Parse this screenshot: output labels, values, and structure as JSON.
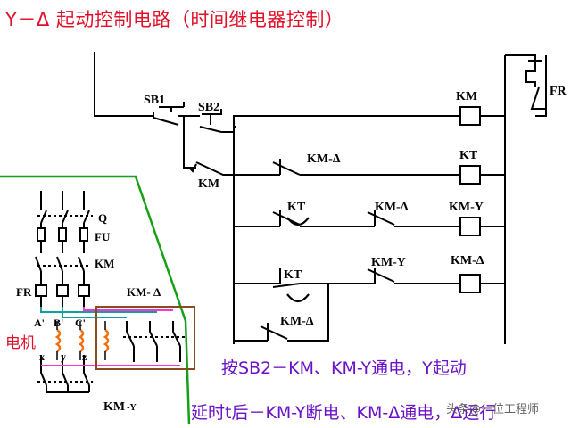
{
  "title": "Y－Δ 起动控制电路（时间继电器控制）",
  "labels": {
    "sb1": "SB1",
    "sb2": "SB2",
    "km_hold": "KM",
    "km_coil": "KM",
    "fr": "FR",
    "km_delta_nc1": "KM-Δ",
    "kt_coil": "KT",
    "kt_nc": "KT",
    "km_delta_nc2": "KM-Δ",
    "km_y_coil": "KM-Y",
    "kt_no": "KT",
    "km_y_nc": "KM-Y",
    "km_delta_coil": "KM-Δ",
    "km_delta_hold": "KM-Δ"
  },
  "motor_labels": {
    "q": "Q",
    "fu": "FU",
    "km": "KM",
    "fr": "FR",
    "km_delta": "KM- Δ",
    "motor": "电机",
    "a": "A'",
    "b": "B'",
    "c": "C'",
    "x": "x",
    "y": "y",
    "z": "z",
    "km_y_main": "KM",
    "km_y_sub": "-Y"
  },
  "captions": {
    "line1": "按SB2－KM、KM-Y通电，Y起动",
    "line2": "延时t后－KM-Y断电、KM-Δ通电，Δ运行"
  },
  "watermark": "头条@一位工程师",
  "colors": {
    "title": "#e0102a",
    "caption": "#6a12c8",
    "motor_label": "#e0102a",
    "coil": "#f07010",
    "highlight_green": "#16a018",
    "pink": "#ff33cc",
    "teal": "#11a0a0"
  }
}
